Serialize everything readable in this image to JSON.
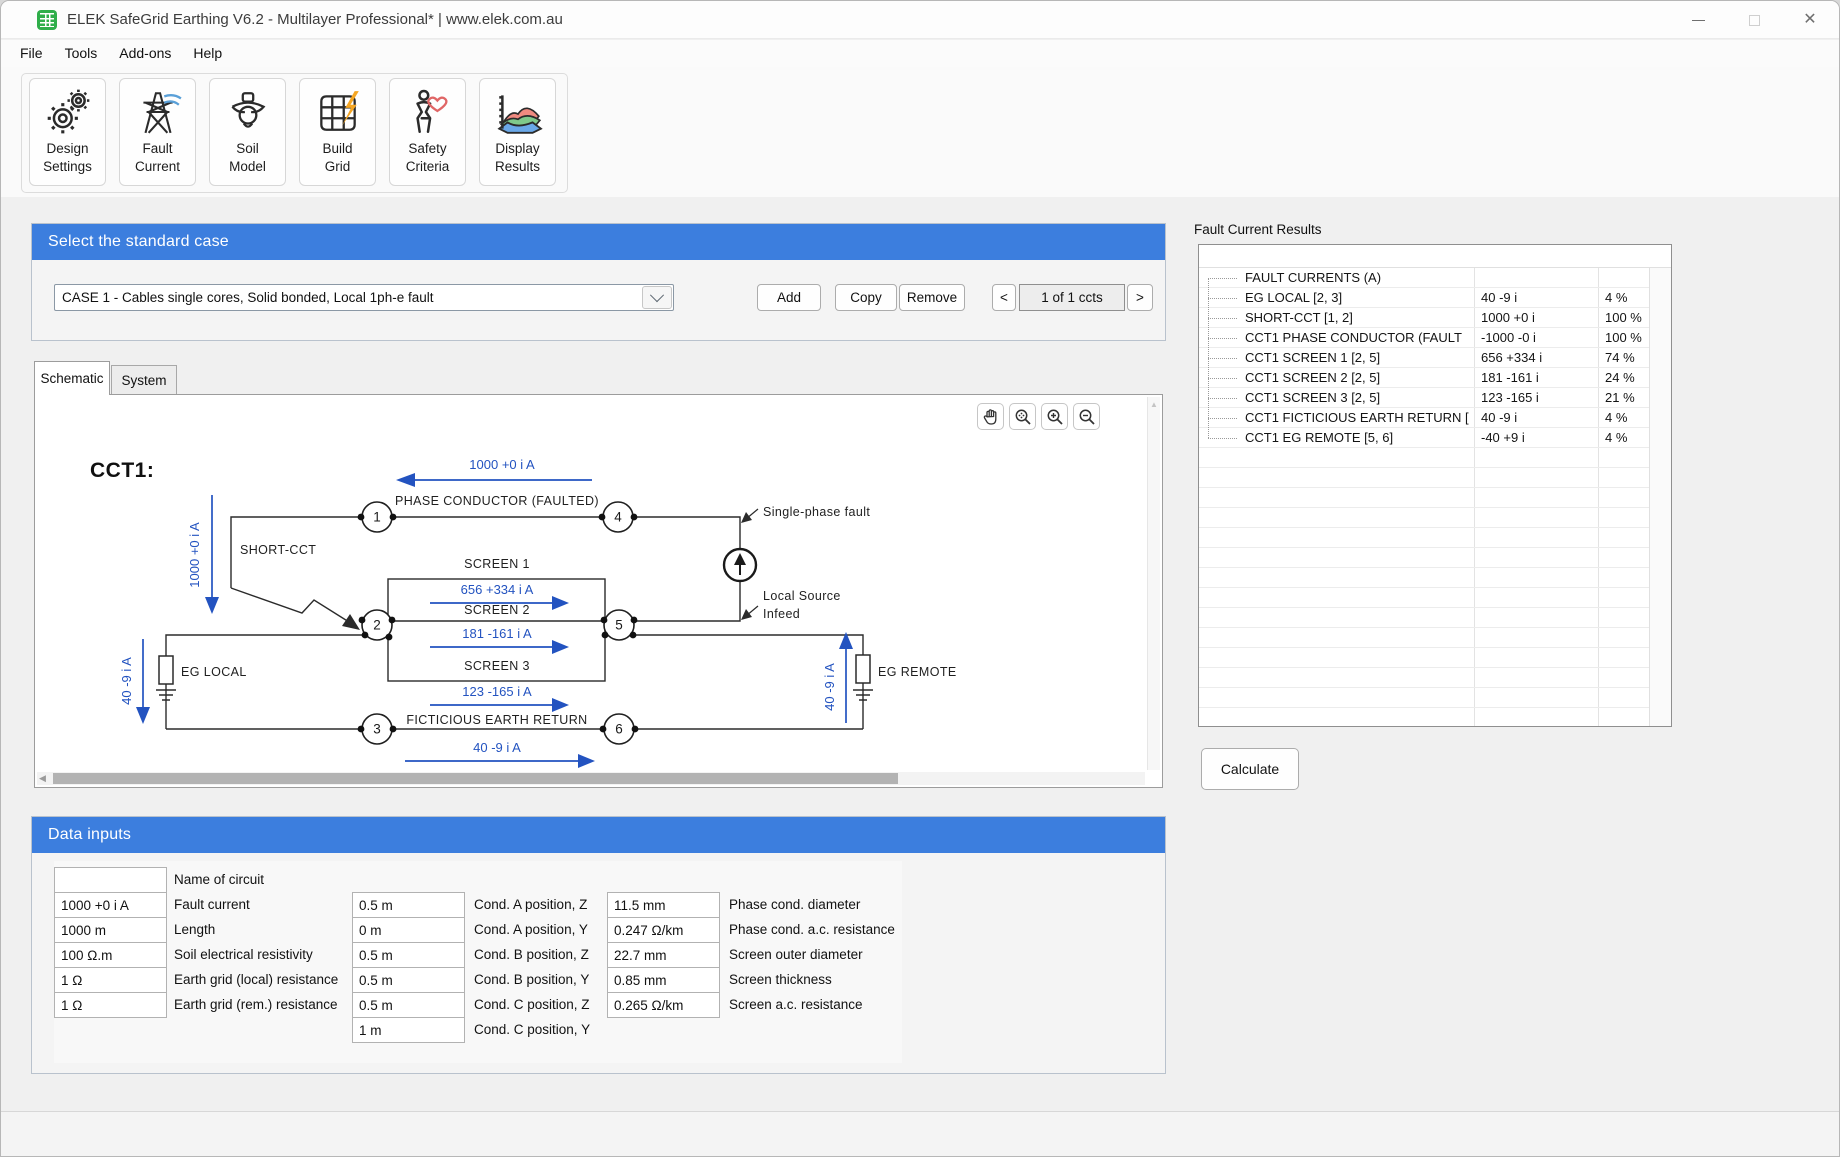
{
  "window": {
    "title": "ELEK SafeGrid Earthing V6.2 - Multilayer Professional* | www.elek.com.au"
  },
  "menu": {
    "items": [
      "File",
      "Tools",
      "Add-ons",
      "Help"
    ]
  },
  "toolbar": {
    "buttons": [
      {
        "line1": "Design",
        "line2": "Settings"
      },
      {
        "line1": "Fault",
        "line2": "Current"
      },
      {
        "line1": "Soil",
        "line2": "Model"
      },
      {
        "line1": "Build",
        "line2": "Grid"
      },
      {
        "line1": "Safety",
        "line2": "Criteria"
      },
      {
        "line1": "Display",
        "line2": "Results"
      }
    ]
  },
  "case_panel": {
    "title": "Select the standard case",
    "selected_case": "CASE 1 - Cables single cores, Solid bonded, Local 1ph-e fault",
    "add": "Add",
    "copy": "Copy",
    "remove": "Remove",
    "prev": "<",
    "next": ">",
    "counter": "1 of 1 ccts"
  },
  "tabs": {
    "schematic": "Schematic",
    "system": "System"
  },
  "schematic": {
    "circuit_label": "CCT1:",
    "nodes": [
      "1",
      "2",
      "3",
      "4",
      "5",
      "6"
    ],
    "phase_current": "1000 +0 i A",
    "phase_label": "PHASE CONDUCTOR (FAULTED)",
    "short_cct_label": "SHORT-CCT",
    "short_cct_current": "1000 +0 i A",
    "screen1_label": "SCREEN 1",
    "screen1_current": "656 +334 i A",
    "screen2_label": "SCREEN 2",
    "screen2_current": "181 -161 i A",
    "screen3_label": "SCREEN 3",
    "screen3_current": "123 -165 i A",
    "earth_return_label": "FICTICIOUS EARTH RETURN",
    "earth_return_current": "40 -9 i A",
    "eg_local_label": "EG LOCAL",
    "eg_local_current": "40 -9 i A",
    "eg_remote_label": "EG REMOTE",
    "eg_remote_current": "40 -9 i A",
    "fault_annotation": "Single-phase fault",
    "infeed_annotation_1": "Local Source",
    "infeed_annotation_2": "Infeed"
  },
  "inputs": {
    "title": "Data inputs",
    "left": [
      {
        "value": "",
        "label": "Name of circuit"
      },
      {
        "value": "1000 +0 i A",
        "label": "Fault current"
      },
      {
        "value": "1000 m",
        "label": "Length"
      },
      {
        "value": "100 Ω.m",
        "label": "Soil electrical resistivity"
      },
      {
        "value": "1 Ω",
        "label": "Earth grid (local) resistance"
      },
      {
        "value": "1 Ω",
        "label": "Earth grid (rem.) resistance"
      }
    ],
    "mid": [
      {
        "value": "0.5 m",
        "label": "Cond. A position, Z"
      },
      {
        "value": "0 m",
        "label": "Cond. A position, Y"
      },
      {
        "value": "0.5 m",
        "label": "Cond. B position, Z"
      },
      {
        "value": "0.5 m",
        "label": "Cond. B position, Y"
      },
      {
        "value": "0.5 m",
        "label": "Cond. C position, Z"
      },
      {
        "value": "1 m",
        "label": "Cond. C position, Y"
      }
    ],
    "right": [
      {
        "value": "11.5 mm",
        "label": "Phase cond. diameter"
      },
      {
        "value": "0.247 Ω/km",
        "label": "Phase cond. a.c. resistance"
      },
      {
        "value": "22.7 mm",
        "label": "Screen outer diameter"
      },
      {
        "value": "0.85 mm",
        "label": "Screen thickness"
      },
      {
        "value": "0.265 Ω/km",
        "label": "Screen a.c. resistance"
      }
    ]
  },
  "results": {
    "title": "Fault Current Results",
    "calculate": "Calculate",
    "rows": [
      {
        "name": "FAULT CURRENTS (A)",
        "value": "",
        "pct": ""
      },
      {
        "name": "EG LOCAL [2, 3]",
        "value": "40 -9 i",
        "pct": "4 %"
      },
      {
        "name": "SHORT-CCT [1, 2]",
        "value": "1000 +0 i",
        "pct": "100 %"
      },
      {
        "name": "CCT1 PHASE CONDUCTOR (FAULT",
        "value": "-1000 -0 i",
        "pct": "100 %"
      },
      {
        "name": "CCT1 SCREEN 1 [2, 5]",
        "value": "656 +334 i",
        "pct": "74 %"
      },
      {
        "name": "CCT1 SCREEN 2 [2, 5]",
        "value": "181 -161 i",
        "pct": "24 %"
      },
      {
        "name": "CCT1 SCREEN 3 [2, 5]",
        "value": "123 -165 i",
        "pct": "21 %"
      },
      {
        "name": "CCT1 FICTICIOUS EARTH RETURN [",
        "value": "40 -9 i",
        "pct": "4 %"
      },
      {
        "name": "CCT1 EG REMOTE [5, 6]",
        "value": "-40 +9 i",
        "pct": "4 %"
      }
    ]
  },
  "colors": {
    "accent_blue": "#3c7ede",
    "schematic_blue": "#2353c0",
    "bolt_orange": "#f5a623",
    "heart_red": "#e06666",
    "icon_green": "#2fae4a"
  }
}
